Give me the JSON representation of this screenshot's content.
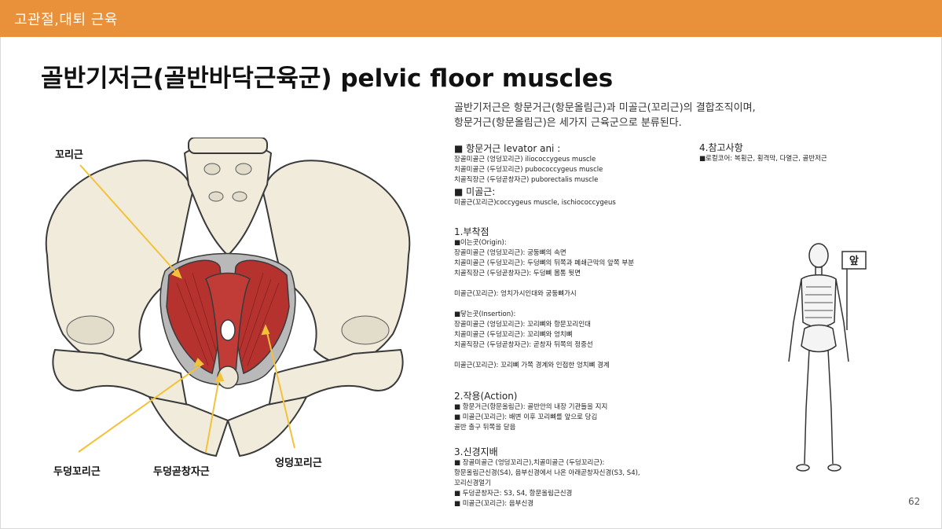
{
  "header": {
    "title": "고관절,대퇴 근육"
  },
  "page_title": "골반기저근(골반바닥근육군) pelvic floor muscles",
  "intro": [
    "골반기저근은 항문거근(항문올림근)과 미골근(꼬리근)의 결합조직이며,",
    "항문거근(항문올림근)은 세가지 근육군으로 분류된다."
  ],
  "levator": {
    "heading": "■ 항문거근 levator ani :",
    "items": [
      "장골미골근 (엉덩꼬리근) iliococcygeus muscle",
      "치골미골근 (두덩꼬리근) pubococcygeus muscle",
      "치골직장근 (두덩곧창자근) puborectalis muscle"
    ],
    "coccygeus_heading": "■ 미골근:",
    "coccygeus_item": "미골근(꼬리근)coccygeus muscle, ischiococcygeus"
  },
  "reference": {
    "heading": "4.참고사항",
    "item": "■로컬코어: 복횡근, 횡격막, 다열근, 골반저근"
  },
  "attachment": {
    "heading": "1.부착점",
    "origin_label": "■이는곳(Origin):",
    "origin_items": [
      "장골미골근 (엉덩꼬리근): 궁둥뼈의 속면",
      "치골미골근 (두덩꼬리근): 두덩뼈의 뒤쪽과 폐쇄근막의 앞쪽 부분",
      "치골직장근 (두덩곧창자근): 두덩뼈 몸통 뒷면"
    ],
    "origin_coccygeus": "미골근(꼬리근): 엉치가시인대와 궁둥뼈가시",
    "insertion_label": "■닿는곳(Insertion):",
    "insertion_items": [
      "장골미골근 (엉덩꼬리근): 꼬리뼈와 항문꼬리인대",
      "치골미골근 (두덩꼬리근): 꼬리뼈와 엉치뼈",
      "치골직장근 (두덩곧창자근): 곧창자 뒤쪽의 정중선"
    ],
    "insertion_coccygeus": "미골근(꼬리근): 꼬리뼈 가쪽 경계와 인접한 엉치뼈 경계"
  },
  "action": {
    "heading": "2.작용(Action)",
    "items": [
      "■ 항문거근(항문올림근): 골반안의 내장 기관들을 지지",
      "■ 미골근(꼬리근): 배변 이후 꼬리뼈를 앞으로 당김",
      "골반 출구 뒤쪽을 닫음"
    ]
  },
  "nerve": {
    "heading": "3.신경지배",
    "items": [
      "■ 장골미골근 (엉덩꼬리근),치골미골근 (두덩꼬리근):",
      "항문올림근신경(S4), 음부신경에서 나온 아래곧창자신경(S3, S4),",
      "꼬리신경얼기",
      "■ 두덩곧창자근: S3, S4, 항문올림근신경",
      "■ 미골근(꼬리근): 음부신경"
    ]
  },
  "figure_labels": {
    "coccygeus": "꼬리근",
    "pubococcygeus": "두덩꼬리근",
    "puborectalis": "두덩곧창자근",
    "iliococcygeus": "엉덩꼬리근"
  },
  "skeleton_flag": "앞",
  "page_number": "62",
  "colors": {
    "header": "#e8913a",
    "bone": "#f1ebdc",
    "muscle": "#b5322f",
    "tendon": "#b9b9b9",
    "arrow": "#f2c23b"
  }
}
